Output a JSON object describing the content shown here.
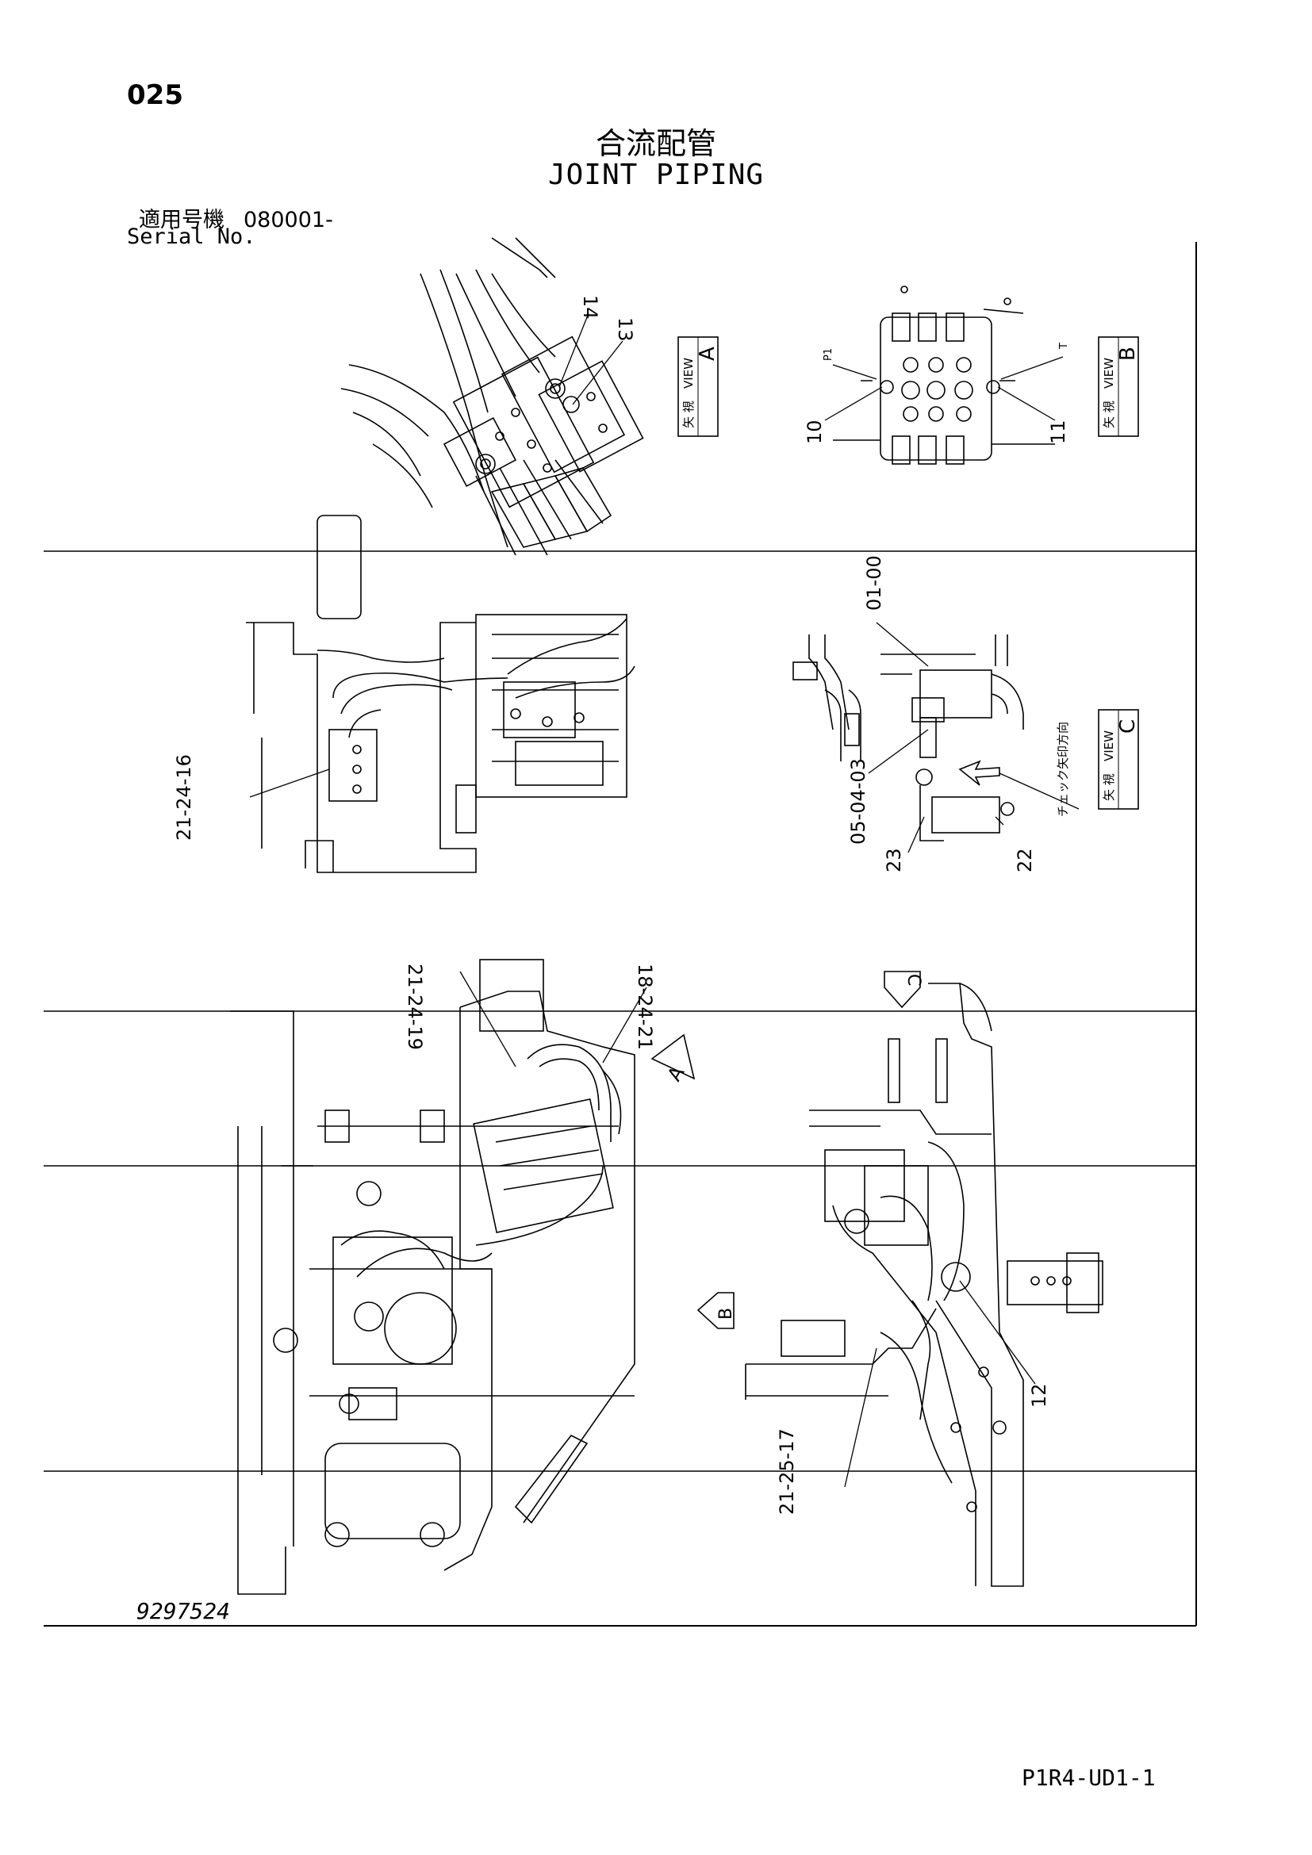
{
  "header": {
    "page_number": "025",
    "title_jp": "合流配管",
    "title_en": "JOINT PIPING",
    "serial_label_jp": "適用号機",
    "serial_value": "080001-",
    "serial_label_en": "Serial No."
  },
  "views": {
    "view_jp": "矢 視",
    "view_en": "VIEW",
    "a": "A",
    "b": "B",
    "c": "C"
  },
  "annotations": {
    "check_direction": "チェック矢印方向",
    "port_p1": "P1",
    "port_t": "T"
  },
  "callouts": {
    "c14": "14",
    "c13": "13",
    "c10": "10",
    "c11": "11",
    "c01_00": "01-00",
    "c05_04_03": "05-04-03",
    "c23": "23",
    "c22": "22",
    "c21_24_16": "21-24-16",
    "c21_24_19": "21-24-19",
    "c18_24_21": "18-24-21",
    "c12": "12",
    "c21_25_17": "21-25-17"
  },
  "footer": {
    "drawing_number": "9297524",
    "doc_code": "P1R4-UD1-1"
  }
}
